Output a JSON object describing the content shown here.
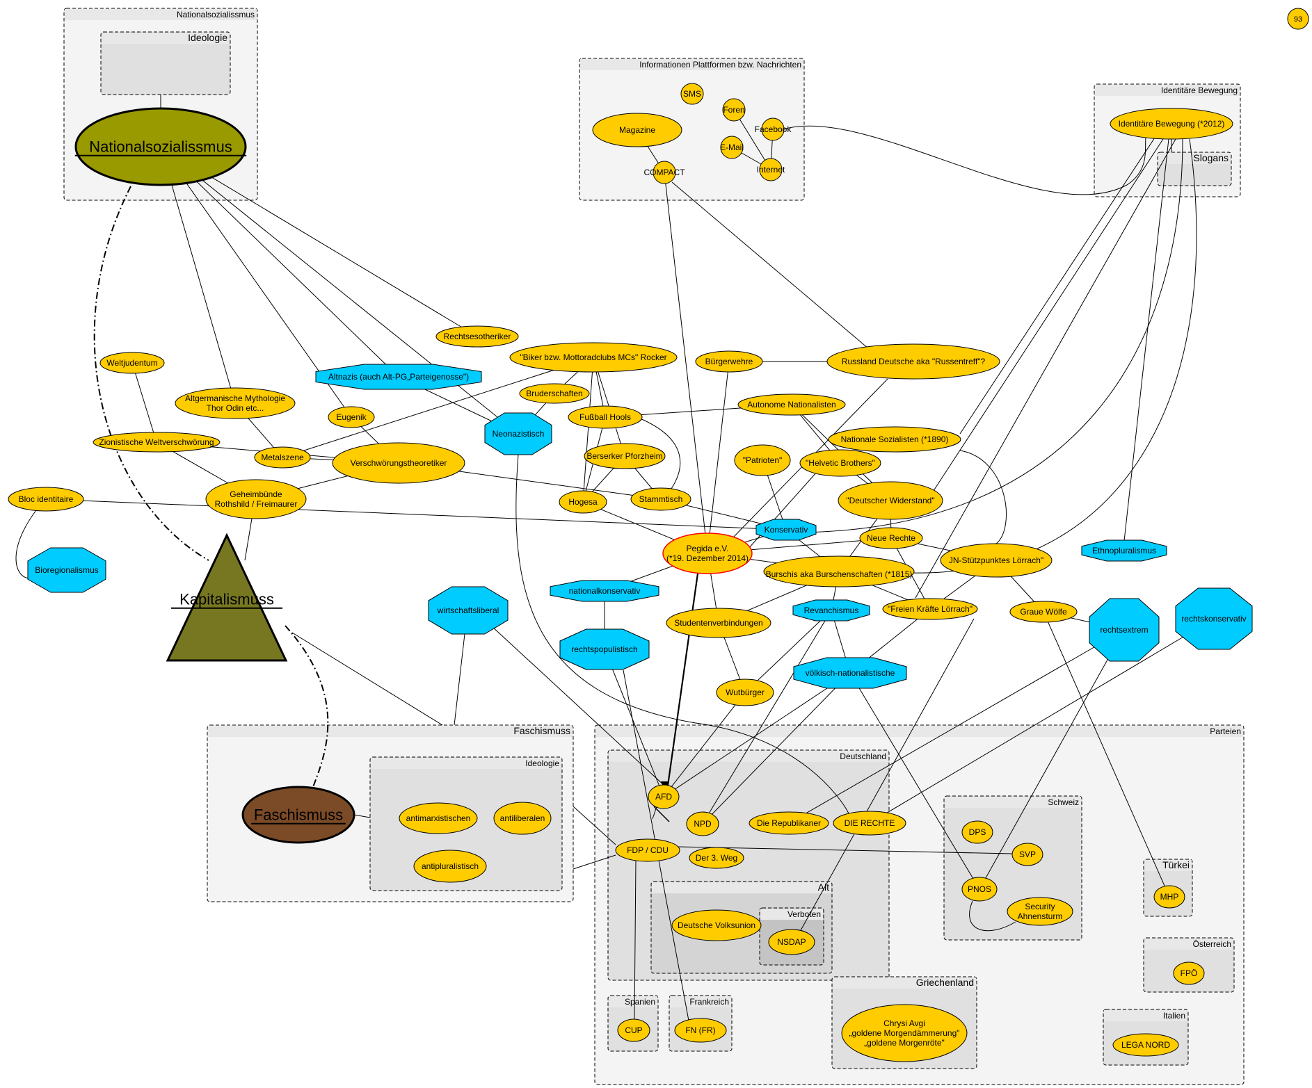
{
  "badge": "93",
  "groups": [
    {
      "id": "g_ns",
      "label": "Nationalsozialissmus"
    },
    {
      "id": "g_ns_ideo",
      "label": "Ideologie"
    },
    {
      "id": "g_info",
      "label": "Informationen Plattformen bzw. Nachrichten"
    },
    {
      "id": "g_ib",
      "label": "Identitäre Bewegung"
    },
    {
      "id": "g_slogans",
      "label": "Slogans"
    },
    {
      "id": "g_fasch",
      "label": "Faschismuss"
    },
    {
      "id": "g_fasch_ideo",
      "label": "Ideologie"
    },
    {
      "id": "g_parteien",
      "label": "Parteien"
    },
    {
      "id": "g_de",
      "label": "Deutschland"
    },
    {
      "id": "g_alt",
      "label": "Alt"
    },
    {
      "id": "g_verboten",
      "label": "Verboten"
    },
    {
      "id": "g_ch",
      "label": "Schweiz"
    },
    {
      "id": "g_tr",
      "label": "Türkei"
    },
    {
      "id": "g_at",
      "label": "Österreich"
    },
    {
      "id": "g_es",
      "label": "Spanien"
    },
    {
      "id": "g_fr",
      "label": "Frankreich"
    },
    {
      "id": "g_gr",
      "label": "Griechenland"
    },
    {
      "id": "g_it",
      "label": "Italien"
    }
  ],
  "nodes": [
    {
      "id": "nationalsozialismus",
      "label": [
        "Nationalsozialissmus"
      ]
    },
    {
      "id": "kapitalismus",
      "label": [
        "Kapitalismuss"
      ]
    },
    {
      "id": "faschismus",
      "label": [
        "Faschismuss"
      ]
    },
    {
      "id": "sms",
      "label": [
        "SMS"
      ]
    },
    {
      "id": "magazine",
      "label": [
        "Magazine"
      ]
    },
    {
      "id": "foren",
      "label": [
        "Foren"
      ]
    },
    {
      "id": "facebook",
      "label": [
        "Facebook"
      ]
    },
    {
      "id": "email",
      "label": [
        "E-Mail"
      ]
    },
    {
      "id": "compact",
      "label": [
        "COMPACT"
      ]
    },
    {
      "id": "internet",
      "label": [
        "Internet"
      ]
    },
    {
      "id": "ib2012",
      "label": [
        "Identitäre Bewegung (*2012)"
      ]
    },
    {
      "id": "rechtsesoteriker",
      "label": [
        "Rechtsesotheriker"
      ]
    },
    {
      "id": "biker",
      "label": [
        "\"Biker bzw. Mottoradclubs MCs\" Rocker"
      ]
    },
    {
      "id": "buergerwehre",
      "label": [
        "Bürgerwehre"
      ]
    },
    {
      "id": "russland",
      "label": [
        "Russland Deutsche aka \"Russentreff\"?"
      ]
    },
    {
      "id": "weltjudentum",
      "label": [
        "Weltjudentum"
      ]
    },
    {
      "id": "altnazis",
      "label": [
        "Altnazis (auch Alt-PG„Parteigenosse\")"
      ]
    },
    {
      "id": "altgerm",
      "label": [
        "Altgermanische Mythologie",
        "Thor Odin etc..."
      ]
    },
    {
      "id": "bruderschaften",
      "label": [
        "Bruderschaften"
      ]
    },
    {
      "id": "autonome",
      "label": [
        "Autonome Nationalisten"
      ]
    },
    {
      "id": "eugenik",
      "label": [
        "Eugenik"
      ]
    },
    {
      "id": "fussball",
      "label": [
        "Fußball Hools"
      ]
    },
    {
      "id": "neonazistisch",
      "label": [
        "Neonazistisch"
      ]
    },
    {
      "id": "zionistische",
      "label": [
        "Zionistische Weltverschwörung"
      ]
    },
    {
      "id": "natsoz1890",
      "label": [
        "Nationale Sozialisten (*1890)"
      ]
    },
    {
      "id": "metalszene",
      "label": [
        "Metalszene"
      ]
    },
    {
      "id": "verschwoerung",
      "label": [
        "Verschwörungstheoretiker"
      ]
    },
    {
      "id": "berserker",
      "label": [
        "Berserker Pforzheim"
      ]
    },
    {
      "id": "patrioten",
      "label": [
        "\"Patrioten\""
      ]
    },
    {
      "id": "helvetic",
      "label": [
        "\"Helvetic Brothers\""
      ]
    },
    {
      "id": "geheimbuende",
      "label": [
        "Geheimbünde",
        "Rothshild / Freimaurer"
      ]
    },
    {
      "id": "bloc",
      "label": [
        "Bloc identitaire"
      ]
    },
    {
      "id": "hogesa",
      "label": [
        "Hogesa"
      ]
    },
    {
      "id": "stammtisch",
      "label": [
        "Stammtisch"
      ]
    },
    {
      "id": "widerstand",
      "label": [
        "\"Deutscher Widerstand\""
      ]
    },
    {
      "id": "konservativ",
      "label": [
        "Konservativ"
      ]
    },
    {
      "id": "neuerechte",
      "label": [
        "Neue Rechte"
      ]
    },
    {
      "id": "pegida",
      "label": [
        "Pegida e.V.",
        "(*19. Dezember 2014)"
      ]
    },
    {
      "id": "jn",
      "label": [
        "JN-Stützpunktes Lörrach\""
      ]
    },
    {
      "id": "ethnopluralismus",
      "label": [
        "Ethnopluralismus"
      ]
    },
    {
      "id": "bioregionalismus",
      "label": [
        "Bioregionalismus"
      ]
    },
    {
      "id": "burschis",
      "label": [
        "Burschis aka Burschenschaften (*1815)"
      ]
    },
    {
      "id": "wirtschaftsliberal",
      "label": [
        "wirtschaftsliberal"
      ]
    },
    {
      "id": "nationalkonservativ",
      "label": [
        "nationalkonservativ"
      ]
    },
    {
      "id": "revanchismus",
      "label": [
        "Revanchismus"
      ]
    },
    {
      "id": "freienkraefte",
      "label": [
        "\"Freien Kräfte Lörrach\""
      ]
    },
    {
      "id": "grauewoelfe",
      "label": [
        "Graue Wölfe"
      ]
    },
    {
      "id": "rechtsextrem",
      "label": [
        "rechtsextrem"
      ]
    },
    {
      "id": "rechtskonservativ",
      "label": [
        "rechtskonservativ"
      ]
    },
    {
      "id": "studentenverbindungen",
      "label": [
        "Studentenverbindungen"
      ]
    },
    {
      "id": "rechtspopulistisch",
      "label": [
        "rechtspopulistisch"
      ]
    },
    {
      "id": "voelkisch",
      "label": [
        "völkisch-nationalistische"
      ]
    },
    {
      "id": "wutbuerger",
      "label": [
        "Wutbürger"
      ]
    },
    {
      "id": "antimarx",
      "label": [
        "antimarxistischen"
      ]
    },
    {
      "id": "antilib",
      "label": [
        "antiliberalen"
      ]
    },
    {
      "id": "antiplural",
      "label": [
        "antipluralistisch"
      ]
    },
    {
      "id": "afd",
      "label": [
        "AFD"
      ]
    },
    {
      "id": "npd",
      "label": [
        "NPD"
      ]
    },
    {
      "id": "republikaner",
      "label": [
        "Die Republikaner"
      ]
    },
    {
      "id": "dierechte",
      "label": [
        "DIE RECHTE"
      ]
    },
    {
      "id": "fdpcdu",
      "label": [
        "FDP / CDU"
      ]
    },
    {
      "id": "der3weg",
      "label": [
        "Der 3. Weg"
      ]
    },
    {
      "id": "dvu",
      "label": [
        "Deutsche Volksunion"
      ]
    },
    {
      "id": "nsdap",
      "label": [
        "NSDAP"
      ]
    },
    {
      "id": "dps",
      "label": [
        "DPS"
      ]
    },
    {
      "id": "svp",
      "label": [
        "SVP"
      ]
    },
    {
      "id": "pnos",
      "label": [
        "PNOS"
      ]
    },
    {
      "id": "security",
      "label": [
        "Security",
        "Ahnensturm"
      ]
    },
    {
      "id": "mhp",
      "label": [
        "MHP"
      ]
    },
    {
      "id": "fpoe",
      "label": [
        "FPÖ"
      ]
    },
    {
      "id": "cup",
      "label": [
        "CUP"
      ]
    },
    {
      "id": "fnfr",
      "label": [
        "FN (FR)"
      ]
    },
    {
      "id": "chrysi",
      "label": [
        "Chrysi Avgi",
        "„goldene Morgendämmerung\"",
        "„goldene Morgenröte\""
      ]
    },
    {
      "id": "lega",
      "label": [
        "LEGA NORD"
      ]
    }
  ]
}
